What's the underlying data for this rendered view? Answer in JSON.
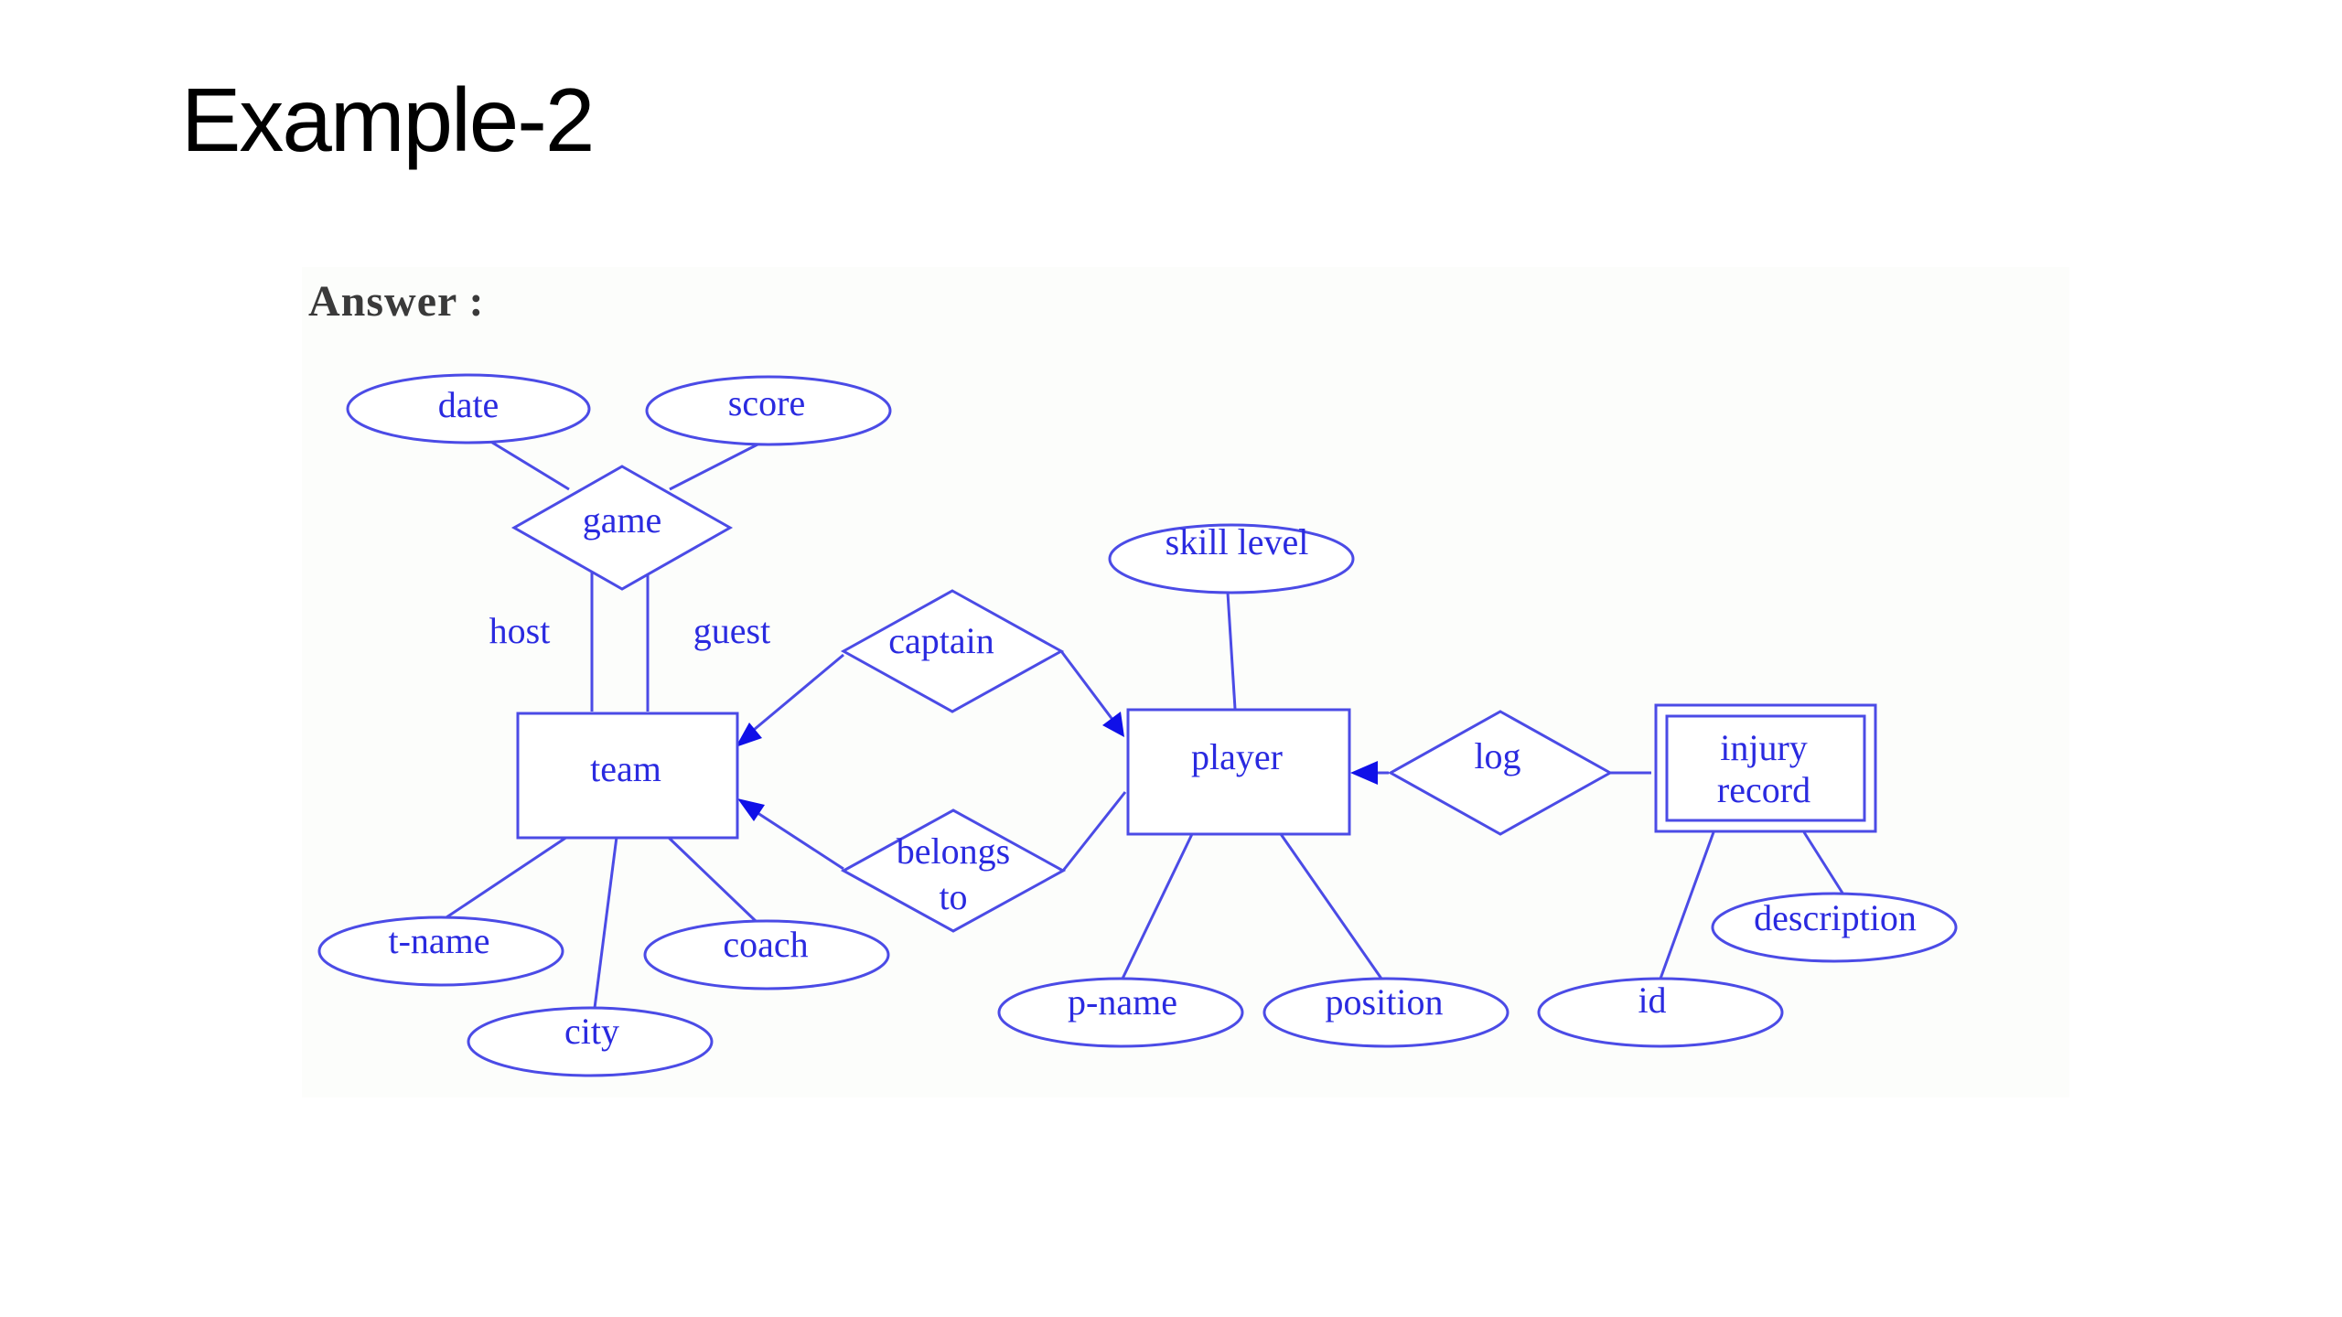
{
  "slide": {
    "title": "Example-2"
  },
  "answer_label": "Answer :",
  "colors": {
    "diagram_stroke": "#4b4be6",
    "diagram_text": "#2a2ae0",
    "arrowhead": "#1010e8"
  },
  "entities": {
    "team": "team",
    "player": "player",
    "injury_record_line1": "injury",
    "injury_record_line2": "record"
  },
  "relationships": {
    "game": "game",
    "captain": "captain",
    "belongs_to_line1": "belongs",
    "belongs_to_line2": "to",
    "log": "log"
  },
  "attributes": {
    "date": "date",
    "score": "score",
    "skill_level": "skill level",
    "t_name": "t-name",
    "city": "city",
    "coach": "coach",
    "p_name": "p-name",
    "position": "position",
    "id": "id",
    "description": "description"
  },
  "roles": {
    "host": "host",
    "guest": "guest"
  }
}
